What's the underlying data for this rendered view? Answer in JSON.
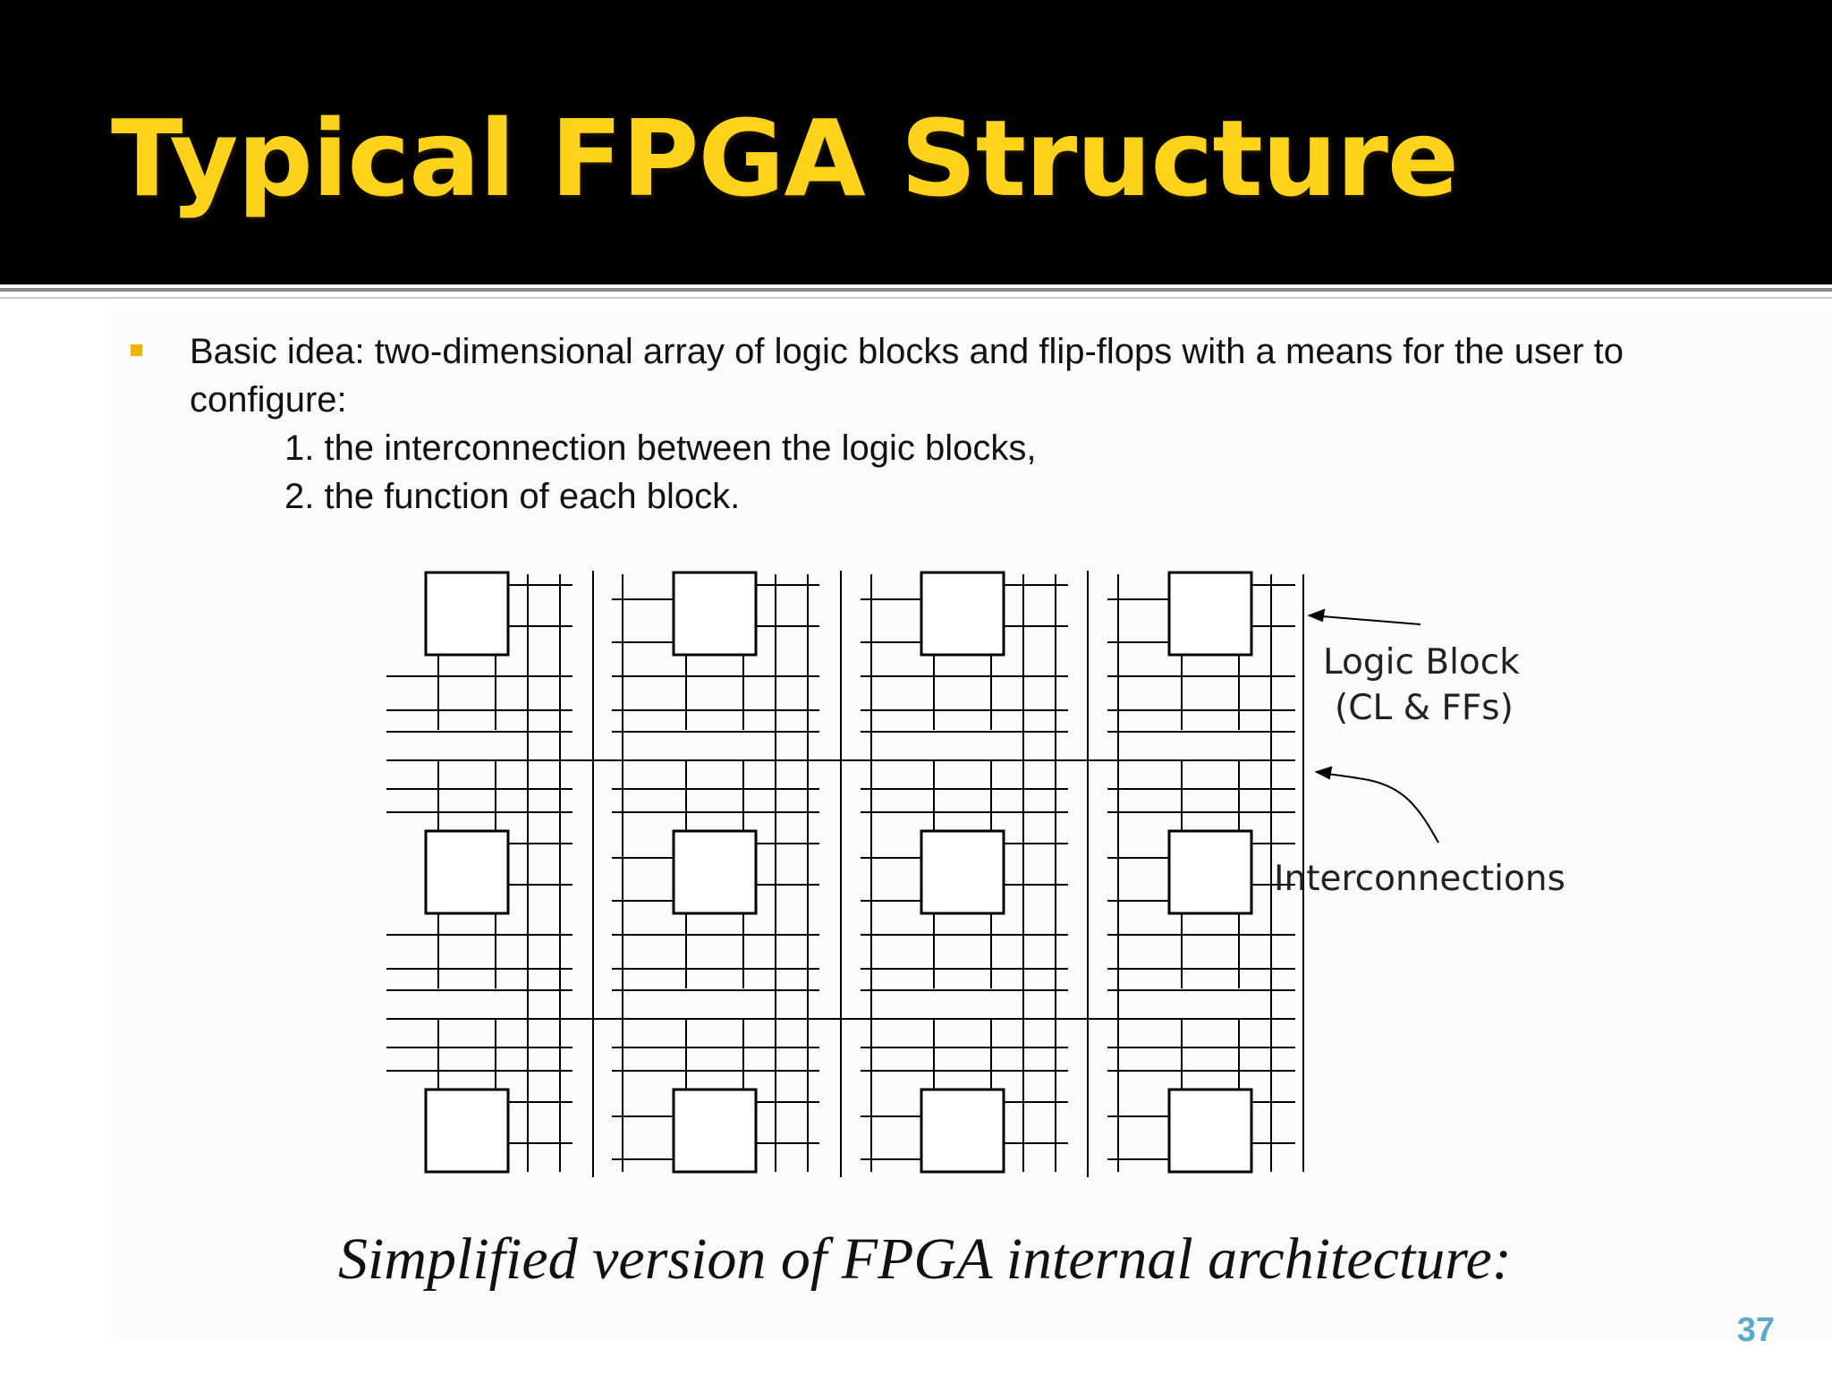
{
  "slide": {
    "title": "Typical FPGA Structure",
    "page_number": "37",
    "colors": {
      "title_background": "#000000",
      "title_text": "#ffd21c",
      "bullet_marker": "#f0b400",
      "page_number": "#5fa8c8"
    }
  },
  "content": {
    "bullet_icon": "square-bullet-icon",
    "bullet_text": "Basic idea: two-dimensional array of logic blocks and flip-flops with a means for the user to configure:",
    "items": [
      "1. the interconnection between the logic blocks,",
      "2. the function of each block."
    ]
  },
  "diagram": {
    "grid": {
      "rows": 3,
      "columns": 4
    },
    "labels": {
      "logic_block_line1": "Logic Block",
      "logic_block_line2": "(CL & FFs)",
      "interconnections": "Interconnections"
    }
  },
  "caption": "Simplified version of FPGA internal architecture:"
}
